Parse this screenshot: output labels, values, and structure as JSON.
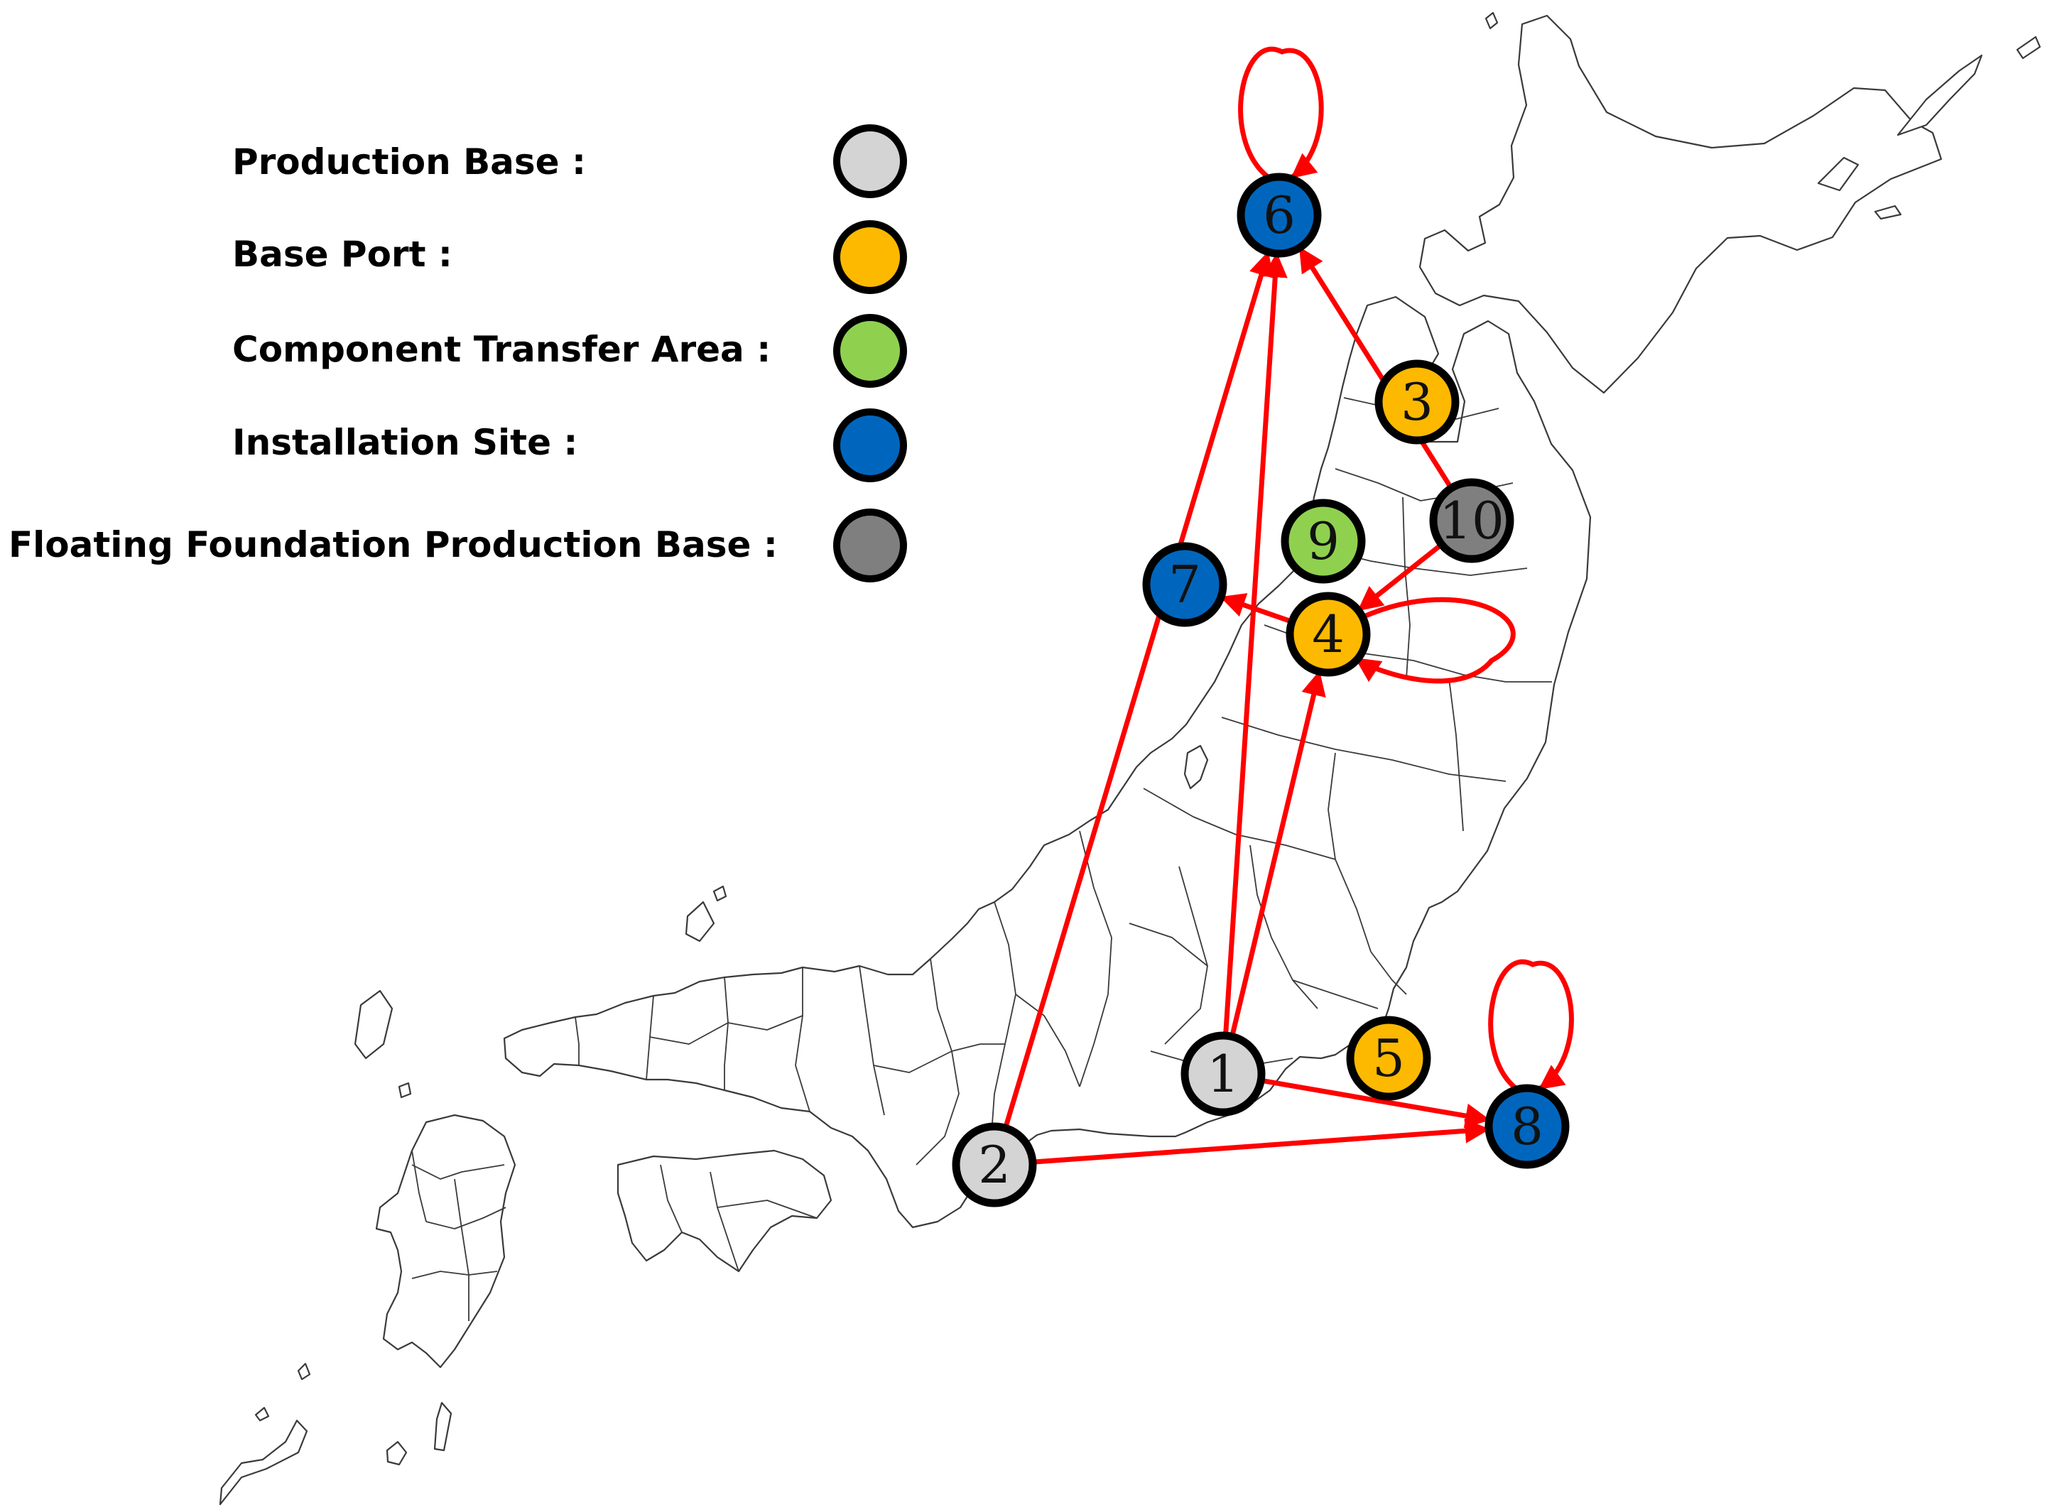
{
  "legend": [
    {
      "label": "Production Base :",
      "color": "#d4d4d4"
    },
    {
      "label": "Base Port :",
      "color": "#fcb900"
    },
    {
      "label": "Component Transfer Area :",
      "color": "#8fd14f"
    },
    {
      "label": "Installation Site :",
      "color": "#0066bd"
    },
    {
      "label": "Floating Foundation Production Base :",
      "color": "#7f7f7f"
    }
  ],
  "nodes": [
    {
      "id": "1",
      "label": "1",
      "type": "production-base"
    },
    {
      "id": "2",
      "label": "2",
      "type": "production-base"
    },
    {
      "id": "3",
      "label": "3",
      "type": "base-port"
    },
    {
      "id": "4",
      "label": "4",
      "type": "base-port"
    },
    {
      "id": "5",
      "label": "5",
      "type": "base-port"
    },
    {
      "id": "6",
      "label": "6",
      "type": "installation-site"
    },
    {
      "id": "7",
      "label": "7",
      "type": "installation-site"
    },
    {
      "id": "8",
      "label": "8",
      "type": "installation-site"
    },
    {
      "id": "9",
      "label": "9",
      "type": "component-transfer-area"
    },
    {
      "id": "10",
      "label": "10",
      "type": "floating-foundation-production-base"
    }
  ],
  "routes": [
    {
      "from": "1",
      "to": "6"
    },
    {
      "from": "1",
      "to": "4"
    },
    {
      "from": "1",
      "to": "8"
    },
    {
      "from": "2",
      "to": "6"
    },
    {
      "from": "2",
      "to": "8"
    },
    {
      "from": "4",
      "to": "7"
    },
    {
      "from": "10",
      "to": "6"
    },
    {
      "from": "10",
      "to": "4"
    },
    {
      "from": "4",
      "to": "4"
    },
    {
      "from": "6",
      "to": "6"
    },
    {
      "from": "8",
      "to": "8"
    }
  ],
  "colors": {
    "route": "#ff0000",
    "node_outline": "#000000",
    "land_outline": "#3a3a3a"
  }
}
